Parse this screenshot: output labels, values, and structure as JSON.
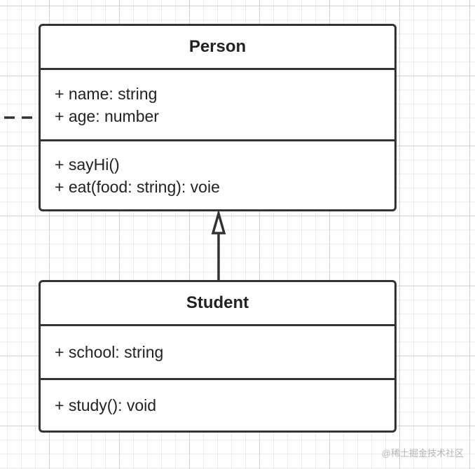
{
  "classes": {
    "person": {
      "name": "Person",
      "attributes": [
        "+ name: string",
        "+ age: number"
      ],
      "methods": [
        "+ sayHi()",
        "+ eat(food: string): voie"
      ]
    },
    "student": {
      "name": "Student",
      "attributes": [
        "+ school: string"
      ],
      "methods": [
        "+ study(): void"
      ]
    }
  },
  "relations": [
    {
      "type": "inheritance",
      "from": "Student",
      "to": "Person"
    },
    {
      "type": "dashed-link",
      "to": "Person"
    }
  ],
  "watermark": "@稀土掘金技术社区"
}
